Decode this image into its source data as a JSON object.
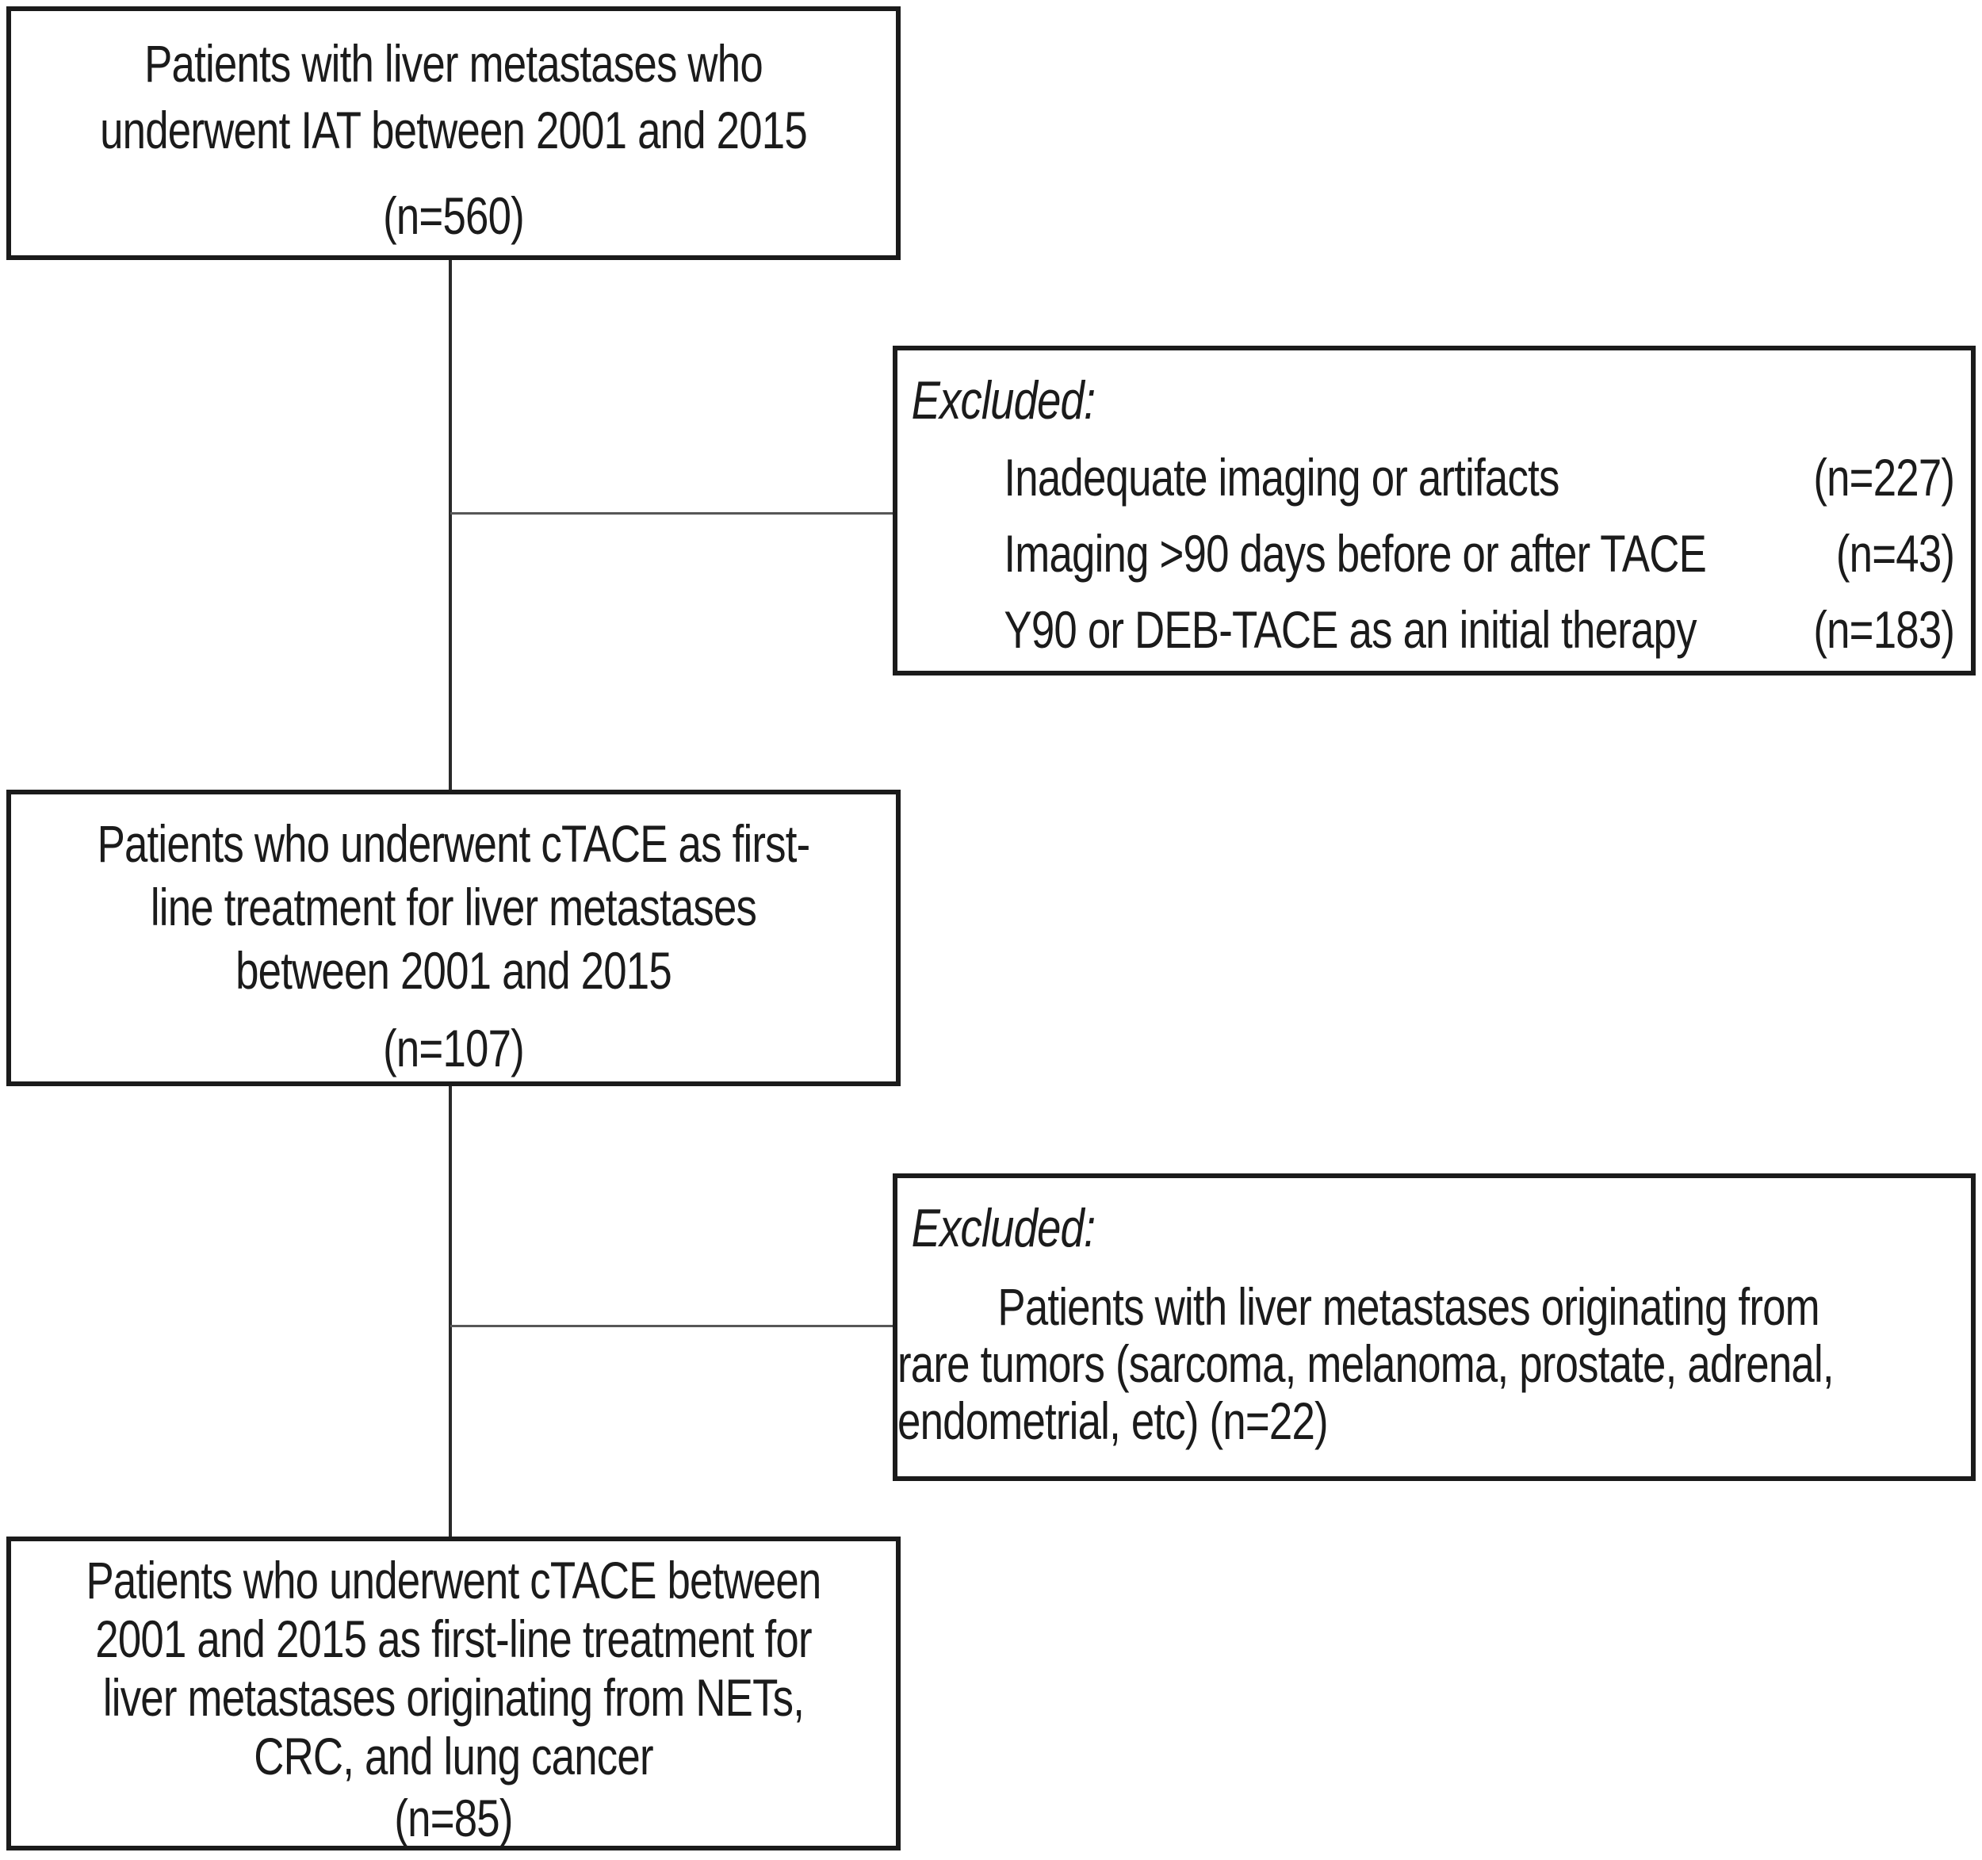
{
  "figure": {
    "type": "patient-flow-diagram",
    "background_color": "#ffffff",
    "box_border_color": "#1b1b1b",
    "text_color": "#1b1b1b",
    "connector_color": "#575757"
  },
  "boxes": {
    "initial_cohort": {
      "lines": [
        "Patients with liver metastases who",
        "underwent IAT between 2001 and 2015"
      ],
      "count": "(n=560)"
    },
    "excluded_first": {
      "title": "Excluded:",
      "items": [
        {
          "label": "Inadequate imaging or artifacts",
          "count": "(n=227)"
        },
        {
          "label": "Imaging >90 days before or after TACE",
          "count": "(n=43)"
        },
        {
          "label": "Y90 or DEB-TACE as an initial therapy",
          "count": "(n=183)"
        }
      ]
    },
    "ctace_cohort": {
      "lines": [
        "Patients who underwent cTACE as first-",
        "line treatment for liver metastases",
        "between 2001 and 2015"
      ],
      "count": "(n=107)"
    },
    "excluded_second": {
      "title": "Excluded:",
      "lines": [
        "Patients with liver metastases originating from",
        "rare tumors (sarcoma, melanoma, prostate, adrenal,",
        "endometrial, etc) (n=22)"
      ]
    },
    "final_cohort": {
      "lines": [
        "Patients who underwent cTACE between",
        "2001 and 2015 as first-line treatment for",
        "liver metastases originating from NETs,",
        "CRC, and lung cancer"
      ],
      "count": "(n=85)"
    }
  }
}
